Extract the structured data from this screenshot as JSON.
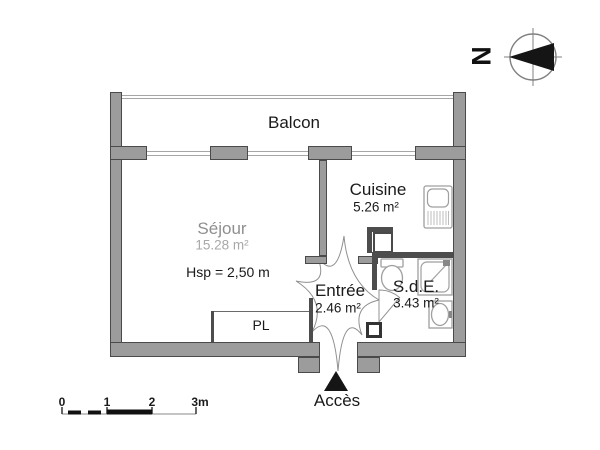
{
  "colors": {
    "wall_fill": "#9c9c9c",
    "wall_edge": "#4a4a4a",
    "partition_dark": "#4d4d4d",
    "light_line": "#a6a6a6",
    "text_black": "#1a1a1a",
    "muted_gray": "#8f8f8f",
    "muted_light": "#a8a8a8",
    "fixture_gray": "#9f9f9f"
  },
  "compass": {
    "north_label": "N"
  },
  "balcony": {
    "label": "Balcon"
  },
  "rooms": {
    "sejour": {
      "name": "Séjour",
      "area": "15.28 m²",
      "height_note": "Hsp = 2,50 m"
    },
    "cuisine": {
      "name": "Cuisine",
      "area": "5.26 m²"
    },
    "entree": {
      "name": "Entrée",
      "area": "2.46 m²"
    },
    "sde": {
      "name": "S.d.E.",
      "area": "3.43 m²"
    },
    "closet": {
      "name": "PL"
    }
  },
  "access": {
    "label": "Accès"
  },
  "scale_bar": {
    "tick_labels": [
      "0",
      "1",
      "2",
      "3m"
    ]
  }
}
